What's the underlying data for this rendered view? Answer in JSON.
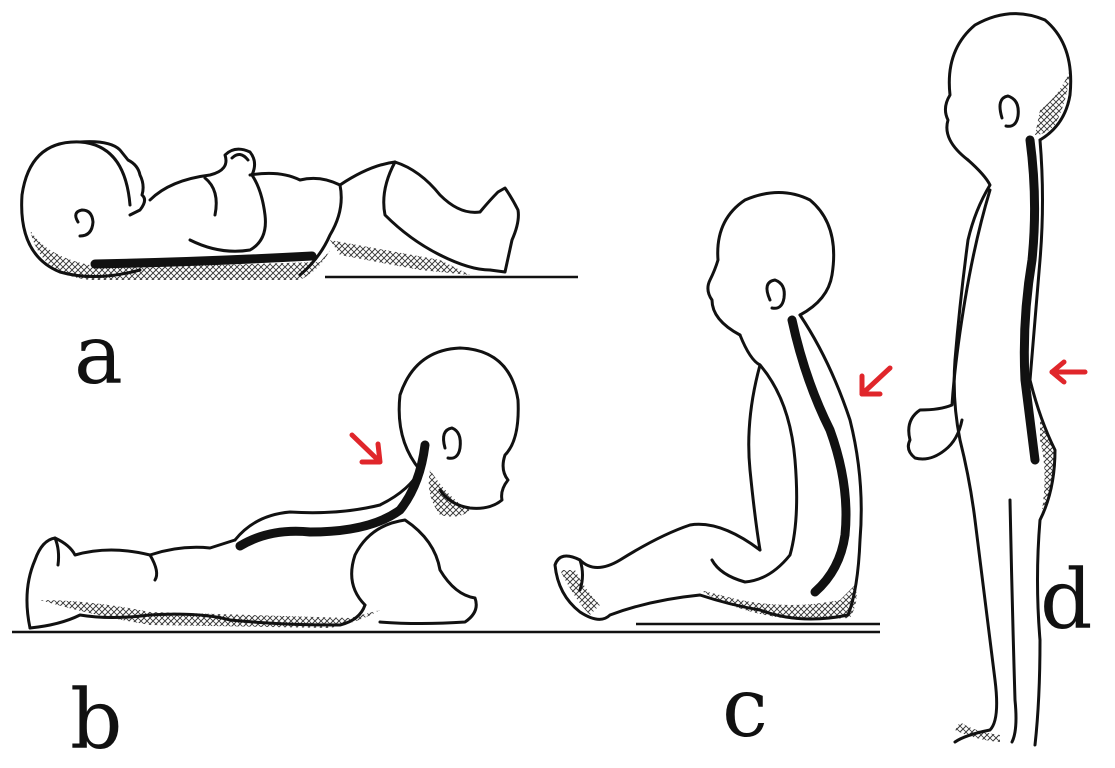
{
  "figure": {
    "stages": [
      {
        "id": "a",
        "label": "a"
      },
      {
        "id": "b",
        "label": "b"
      },
      {
        "id": "c",
        "label": "c"
      },
      {
        "id": "d",
        "label": "d"
      }
    ]
  },
  "colors": {
    "ink": "#111111",
    "spine": "#111111",
    "arrow": "#e0262b",
    "background": "#ffffff"
  },
  "icons": {
    "arrow": "red-arrow-icon"
  }
}
